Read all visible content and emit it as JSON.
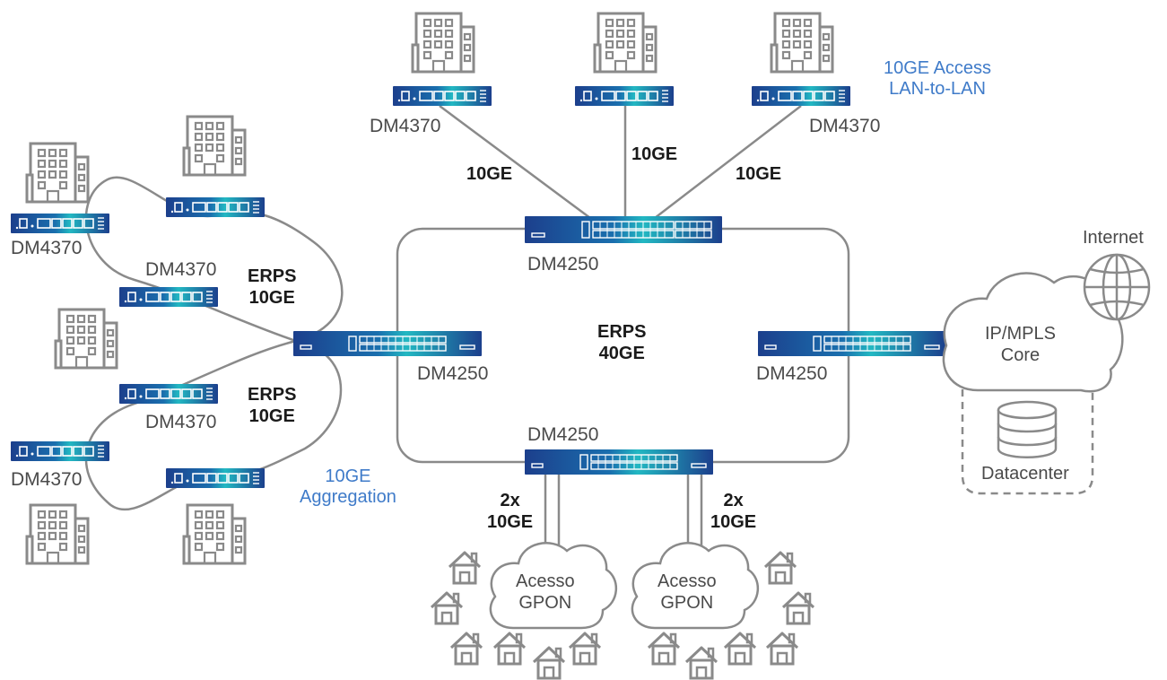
{
  "colors": {
    "link": "#8a8a8a",
    "switch_dark": "#1c3f8c",
    "switch_light": "#22b8c2",
    "building": "#8a8a8a",
    "accent_text": "#3f7bc9"
  },
  "labels": {
    "access_top_left": "DM4370",
    "access_top_right": "DM4370",
    "access_left_1": "DM4370",
    "access_left_2": "DM4370",
    "access_left_3": "DM4370",
    "access_left_4": "DM4370",
    "agg_top": "DM4250",
    "agg_left": "DM4250",
    "agg_right": "DM4250",
    "agg_bottom": "DM4250",
    "link_top_left": "10GE",
    "link_top_center": "10GE",
    "link_top_right": "10GE",
    "access_note_line1": "10GE Access",
    "access_note_line2": "LAN-to-LAN",
    "erps_upper_line1": "ERPS",
    "erps_upper_line2": "10GE",
    "erps_lower_line1": "ERPS",
    "erps_lower_line2": "10GE",
    "erps_core_line1": "ERPS",
    "erps_core_line2": "40GE",
    "agg_note_line1": "10GE",
    "agg_note_line2": "Aggregation",
    "uplink_left_line1": "2x",
    "uplink_left_line2": "10GE",
    "uplink_right_line1": "2x",
    "uplink_right_line2": "10GE",
    "gpon_left_line1": "Acesso",
    "gpon_left_line2": "GPON",
    "gpon_right_line1": "Acesso",
    "gpon_right_line2": "GPON",
    "core_line1": "IP/MPLS",
    "core_line2": "Core",
    "internet": "Internet",
    "datacenter": "Datacenter"
  },
  "icons": [
    "building-icon",
    "switch-dm4370-icon",
    "switch-dm4250-icon",
    "cloud-icon",
    "globe-icon",
    "database-icon",
    "house-icon"
  ]
}
